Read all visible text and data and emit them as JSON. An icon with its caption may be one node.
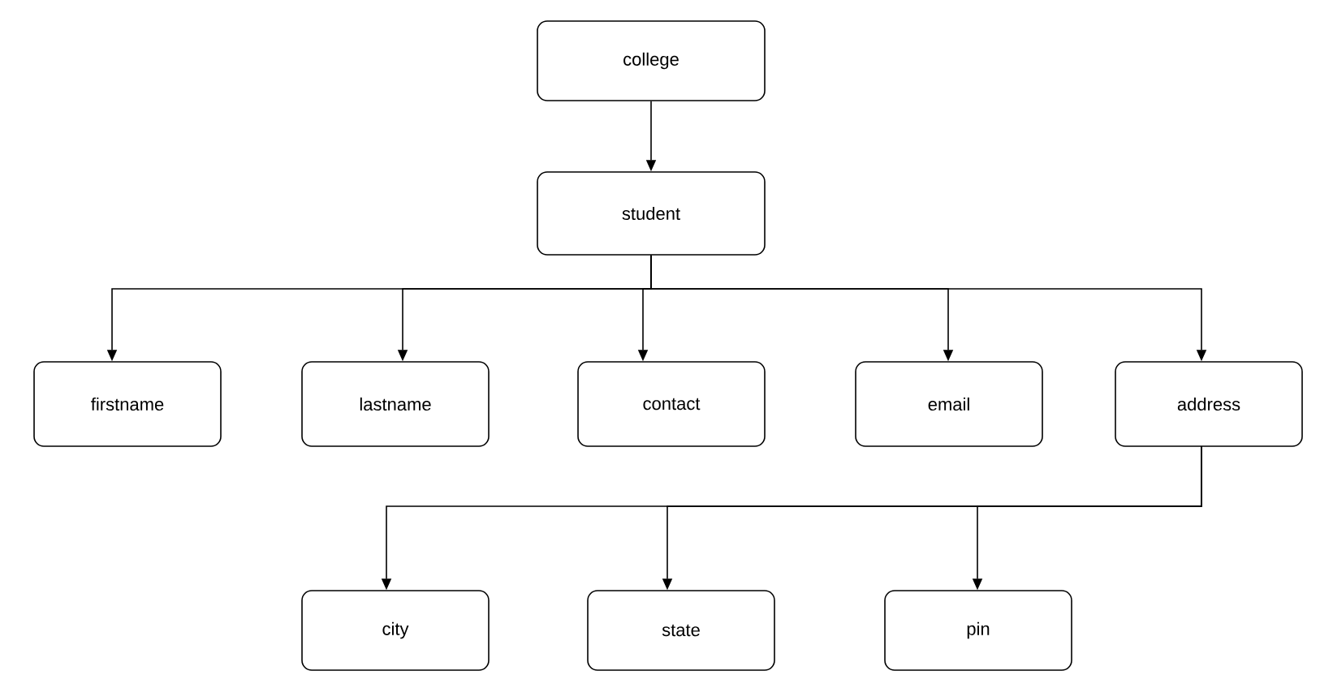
{
  "diagram": {
    "nodes": [
      {
        "text": [
          "college"
        ]
      },
      {
        "text": [
          "student"
        ]
      },
      {
        "text": [
          "firstname"
        ]
      },
      {
        "text": [
          "lastname"
        ]
      },
      {
        "text": [
          "contact"
        ]
      },
      {
        "text": [
          "email"
        ]
      },
      {
        "text": [
          "address"
        ]
      },
      {
        "text": [
          "city"
        ]
      },
      {
        "text": [
          "state"
        ]
      },
      {
        "text": [
          "pin"
        ]
      }
    ],
    "edges": [
      {
        "from": 0,
        "to": 1,
        "arrow": "to"
      },
      {
        "from": 1,
        "to": 2,
        "arrow": "to"
      },
      {
        "from": 1,
        "to": 3,
        "arrow": "to"
      },
      {
        "from": 1,
        "to": 4,
        "arrow": "to"
      },
      {
        "from": 1,
        "to": 5,
        "arrow": "to"
      },
      {
        "from": 1,
        "to": 6,
        "arrow": "to"
      },
      {
        "from": 6,
        "to": 7,
        "arrow": "to"
      },
      {
        "from": 6,
        "to": 8,
        "arrow": "to"
      },
      {
        "from": 6,
        "to": 9,
        "arrow": "to"
      }
    ]
  }
}
